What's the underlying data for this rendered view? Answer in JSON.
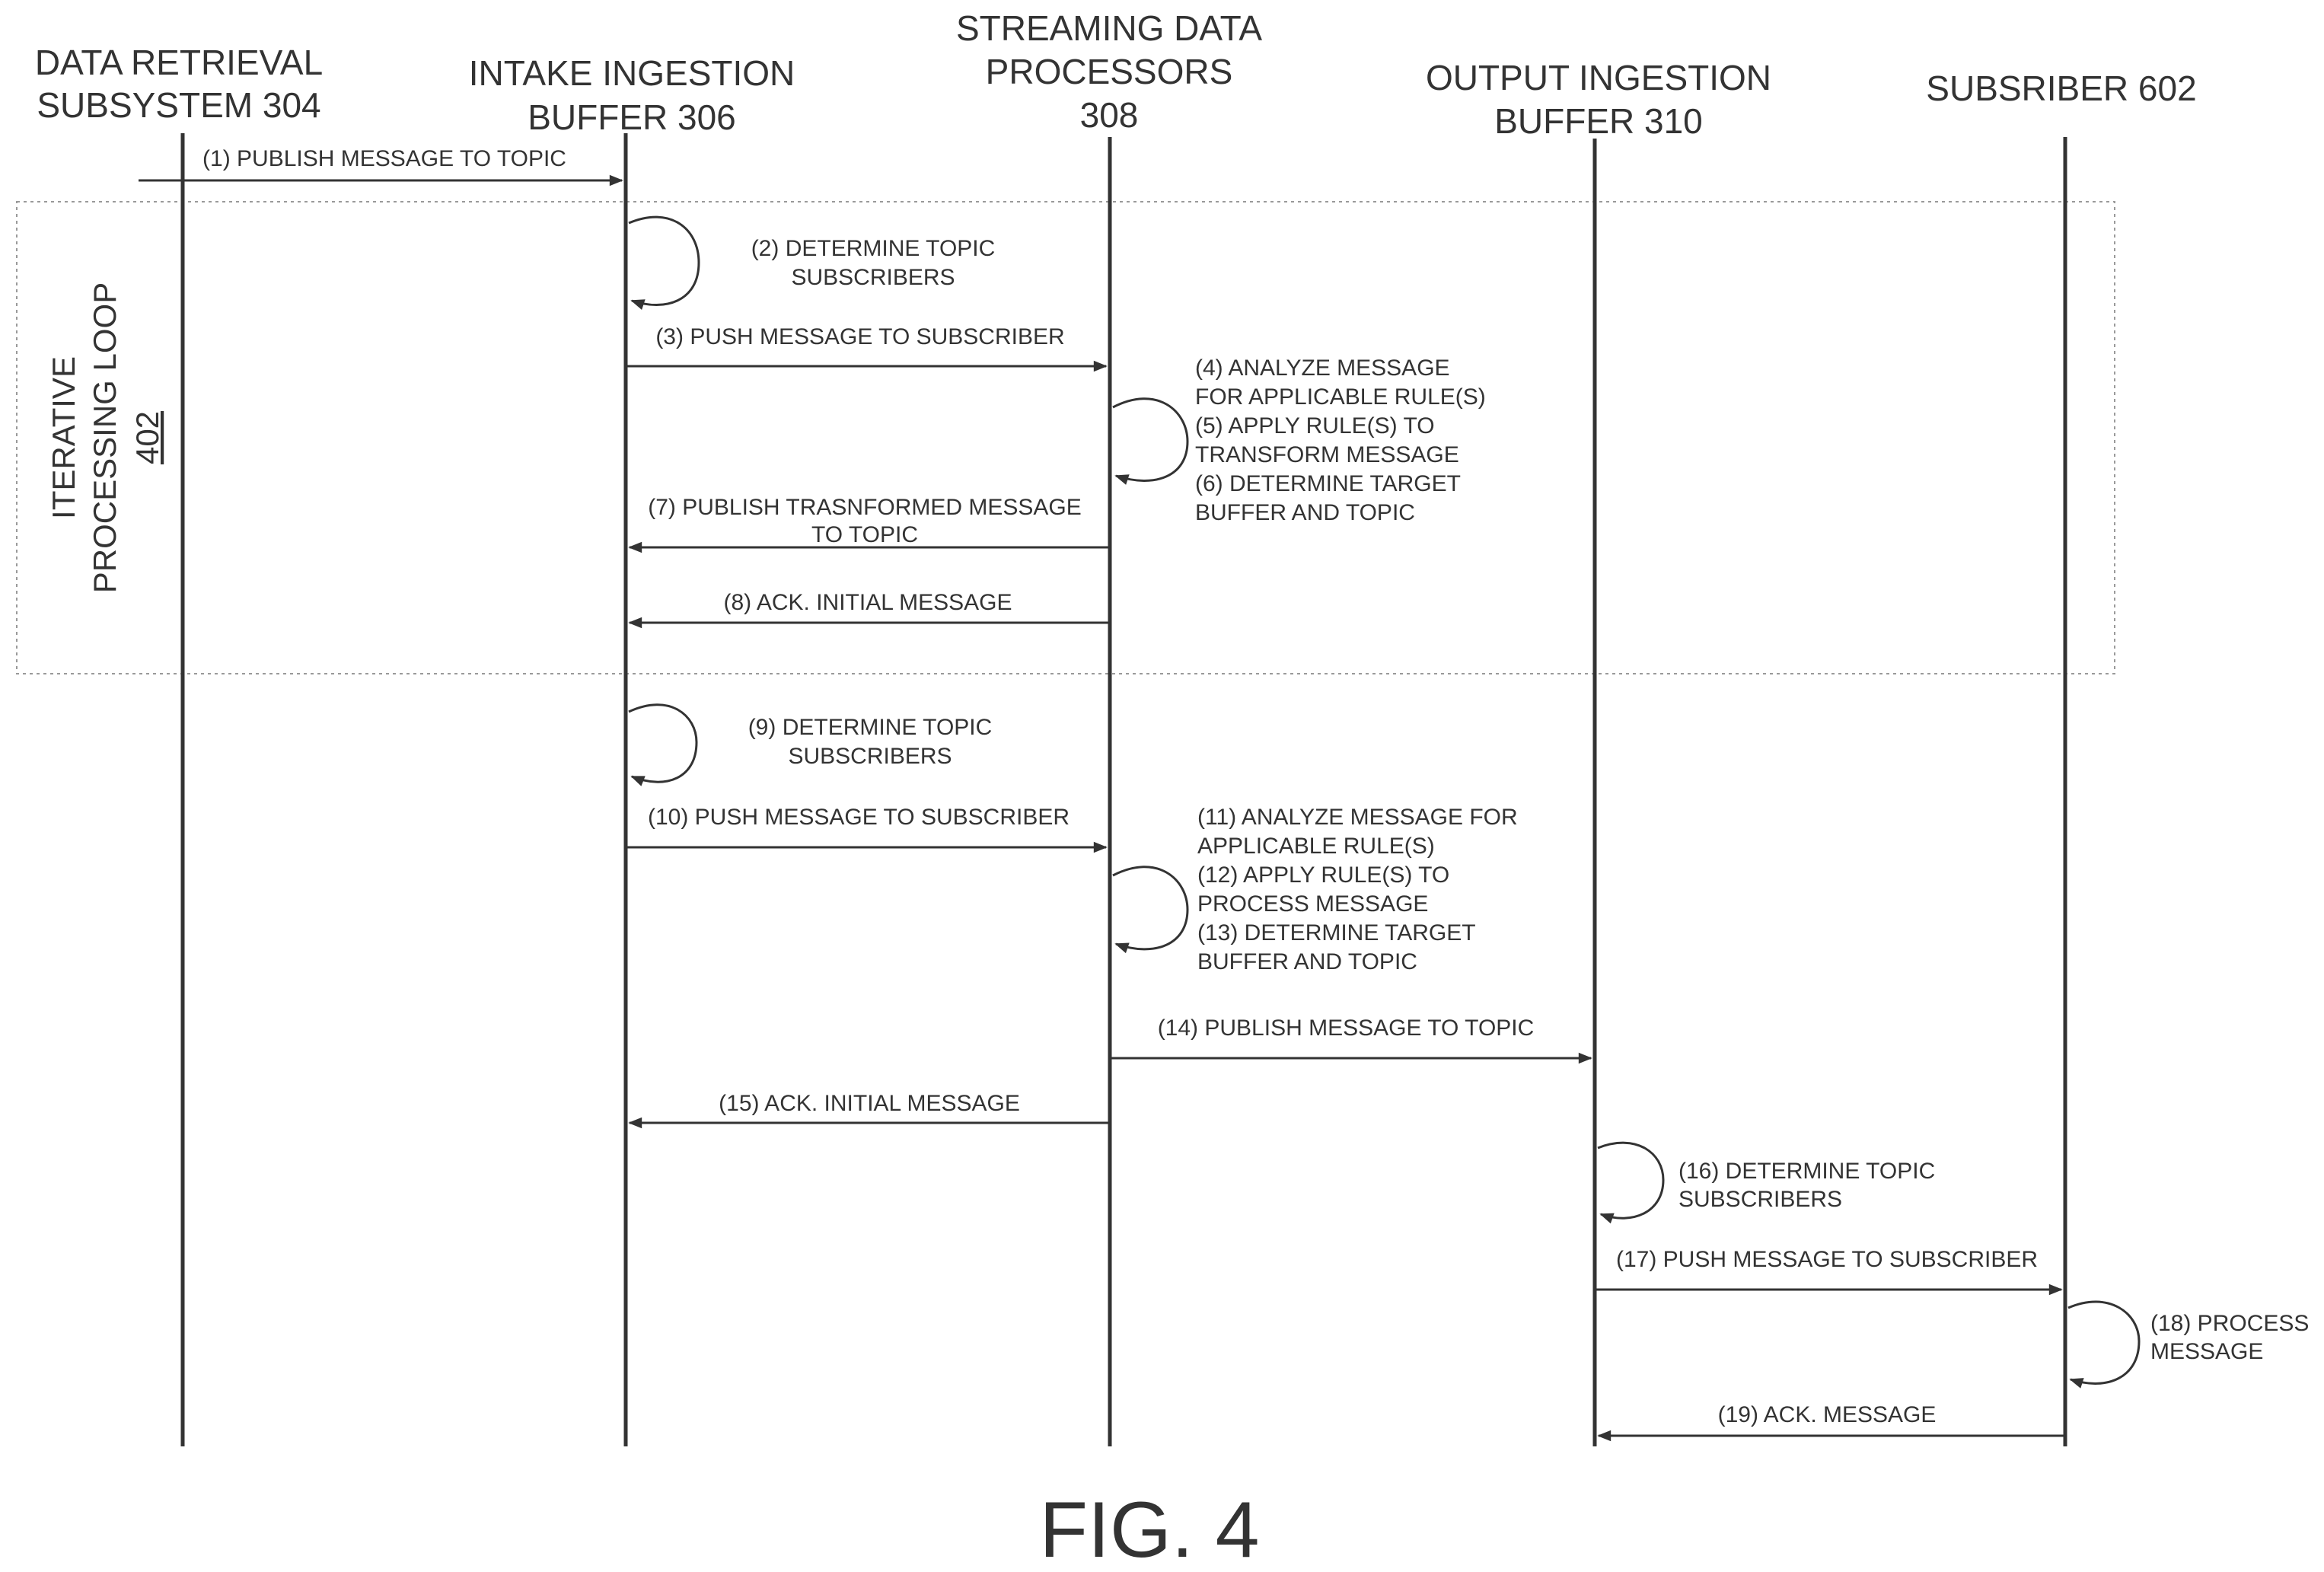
{
  "participants": [
    {
      "line1": "DATA RETRIEVAL",
      "line2": "SUBSYSTEM 304",
      "line3": ""
    },
    {
      "line1": "INTAKE INGESTION",
      "line2": "BUFFER 306",
      "line3": ""
    },
    {
      "line1": "STREAMING DATA",
      "line2": "PROCESSORS",
      "line3": "308"
    },
    {
      "line1": "OUTPUT INGESTION",
      "line2": "BUFFER 310",
      "line3": ""
    },
    {
      "line1": "SUBSRIBER 602",
      "line2": "",
      "line3": ""
    }
  ],
  "loop_frame": {
    "line1": "ITERATIVE",
    "line2": "PROCESSING LOOP",
    "number": "402"
  },
  "messages": [
    {
      "from": 0,
      "to": 1,
      "lines": [
        "(1) PUBLISH MESSAGE TO TOPIC"
      ]
    },
    {
      "self": 1,
      "lines": [
        "(2) DETERMINE TOPIC",
        "SUBSCRIBERS"
      ]
    },
    {
      "from": 1,
      "to": 2,
      "lines": [
        "(3) PUSH MESSAGE TO SUBSCRIBER"
      ]
    },
    {
      "self": 2,
      "lines": [
        "(4) ANALYZE MESSAGE",
        "FOR APPLICABLE RULE(S)",
        "(5) APPLY RULE(S) TO",
        "TRANSFORM MESSAGE",
        "(6) DETERMINE TARGET",
        "BUFFER AND TOPIC"
      ]
    },
    {
      "from": 2,
      "to": 1,
      "lines": [
        "(7) PUBLISH TRASNFORMED MESSAGE",
        "TO TOPIC"
      ]
    },
    {
      "from": 2,
      "to": 1,
      "lines": [
        "(8) ACK. INITIAL MESSAGE"
      ]
    },
    {
      "self": 1,
      "lines": [
        "(9) DETERMINE TOPIC",
        "SUBSCRIBERS"
      ]
    },
    {
      "from": 1,
      "to": 2,
      "lines": [
        "(10) PUSH MESSAGE TO SUBSCRIBER"
      ]
    },
    {
      "self": 2,
      "lines": [
        "(11) ANALYZE MESSAGE FOR",
        "APPLICABLE RULE(S)",
        "(12) APPLY RULE(S) TO",
        "PROCESS MESSAGE",
        "(13) DETERMINE TARGET",
        "BUFFER AND TOPIC"
      ]
    },
    {
      "from": 2,
      "to": 3,
      "lines": [
        "(14) PUBLISH MESSAGE TO TOPIC"
      ]
    },
    {
      "from": 2,
      "to": 1,
      "lines": [
        "(15) ACK. INITIAL MESSAGE"
      ]
    },
    {
      "self": 3,
      "lines": [
        "(16) DETERMINE TOPIC",
        "SUBSCRIBERS"
      ]
    },
    {
      "from": 3,
      "to": 4,
      "lines": [
        "(17) PUSH MESSAGE TO SUBSCRIBER"
      ]
    },
    {
      "self": 4,
      "lines": [
        "(18) PROCESS",
        "MESSAGE"
      ]
    },
    {
      "from": 4,
      "to": 3,
      "lines": [
        "(19) ACK. MESSAGE"
      ]
    }
  ],
  "figure_label": "FIG. 4"
}
